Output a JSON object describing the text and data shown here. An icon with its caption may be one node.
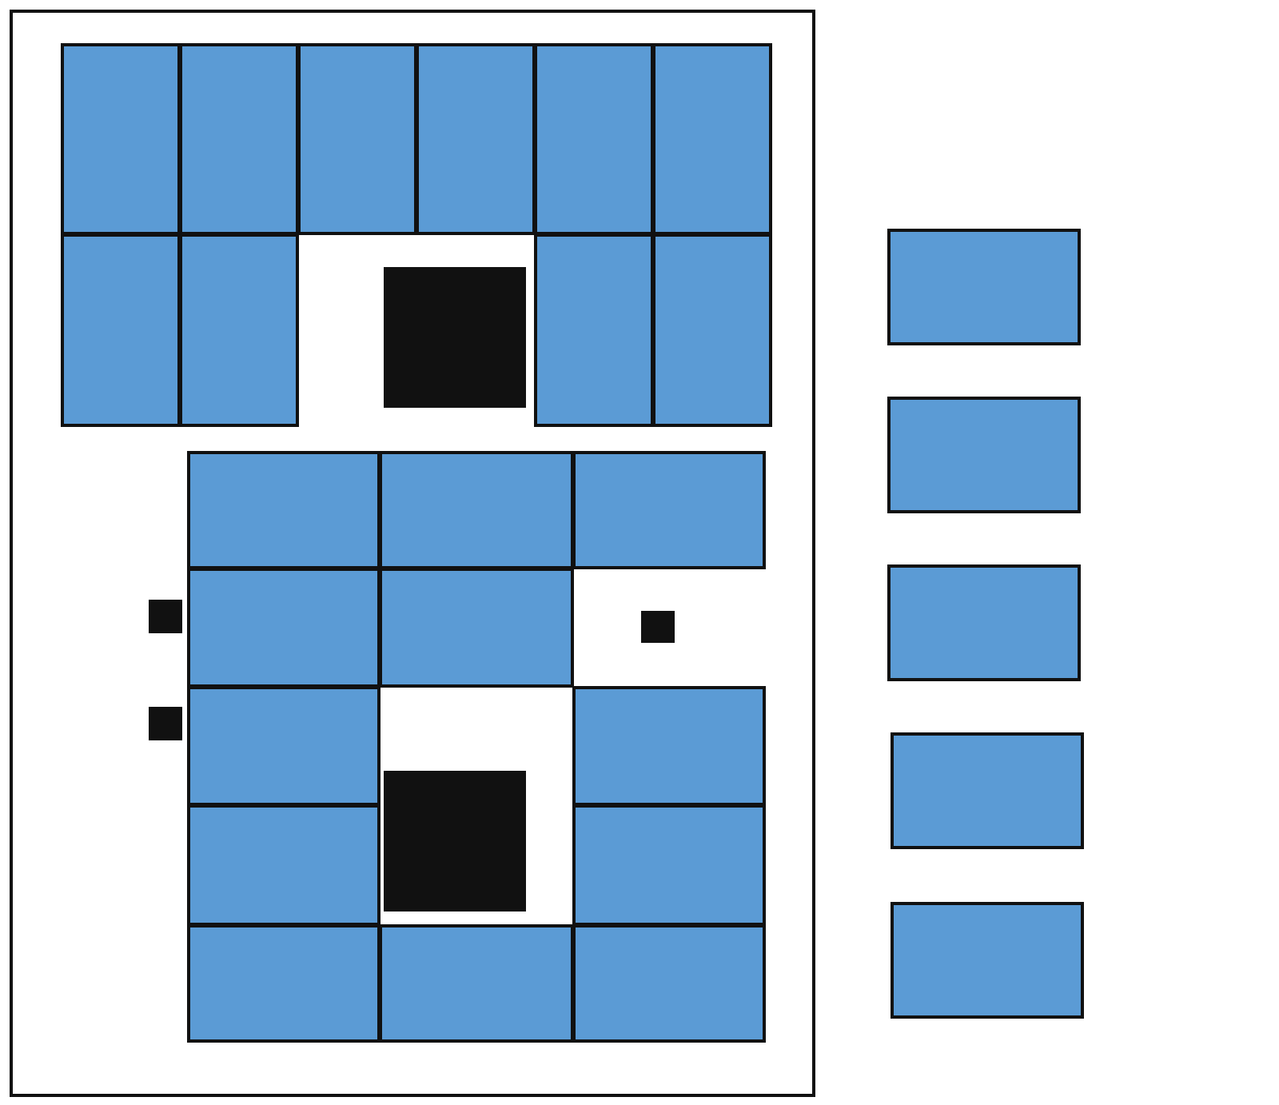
{
  "diagram": {
    "nodes": [
      {
        "text": [],
        "shape": "box"
      },
      {
        "text": [],
        "shape": "box",
        "in": 0
      },
      {
        "text": [],
        "shape": "box",
        "in": 0
      },
      {
        "text": [],
        "shape": "box",
        "in": 0
      },
      {
        "text": [],
        "shape": "box",
        "in": 0
      },
      {
        "text": [],
        "shape": "box",
        "in": 0
      },
      {
        "text": [],
        "shape": "box",
        "in": 0
      },
      {
        "text": [],
        "shape": "box",
        "in": 0
      },
      {
        "text": [],
        "shape": "box",
        "in": 0
      },
      {
        "text": [],
        "shape": "square",
        "in": 0
      },
      {
        "text": [],
        "shape": "box",
        "in": 0
      },
      {
        "text": [],
        "shape": "box",
        "in": 0
      },
      {
        "text": [],
        "shape": "box",
        "in": 0
      },
      {
        "text": [],
        "shape": "box",
        "in": 0
      },
      {
        "text": [],
        "shape": "box",
        "in": 0
      },
      {
        "text": [],
        "shape": "square",
        "in": 0
      },
      {
        "text": [],
        "shape": "box",
        "in": 0
      },
      {
        "text": [],
        "shape": "box",
        "in": 0
      },
      {
        "text": [],
        "shape": "square",
        "in": 0
      },
      {
        "text": [],
        "shape": "square",
        "in": 0
      },
      {
        "text": [],
        "shape": "box",
        "in": 0
      },
      {
        "text": [],
        "shape": "square",
        "in": 0
      },
      {
        "text": [],
        "shape": "box",
        "in": 0
      },
      {
        "text": [],
        "shape": "box",
        "in": 0
      },
      {
        "text": [],
        "shape": "box",
        "in": 0
      },
      {
        "text": [],
        "shape": "box",
        "in": 0
      },
      {
        "text": [],
        "shape": "box",
        "in": 0
      },
      {
        "text": [],
        "shape": "box",
        "in": 0
      },
      {
        "text": [],
        "shape": "box"
      },
      {
        "text": [],
        "shape": "box"
      },
      {
        "text": [],
        "shape": "box"
      },
      {
        "text": [],
        "shape": "box"
      },
      {
        "text": [],
        "shape": "box"
      }
    ]
  }
}
